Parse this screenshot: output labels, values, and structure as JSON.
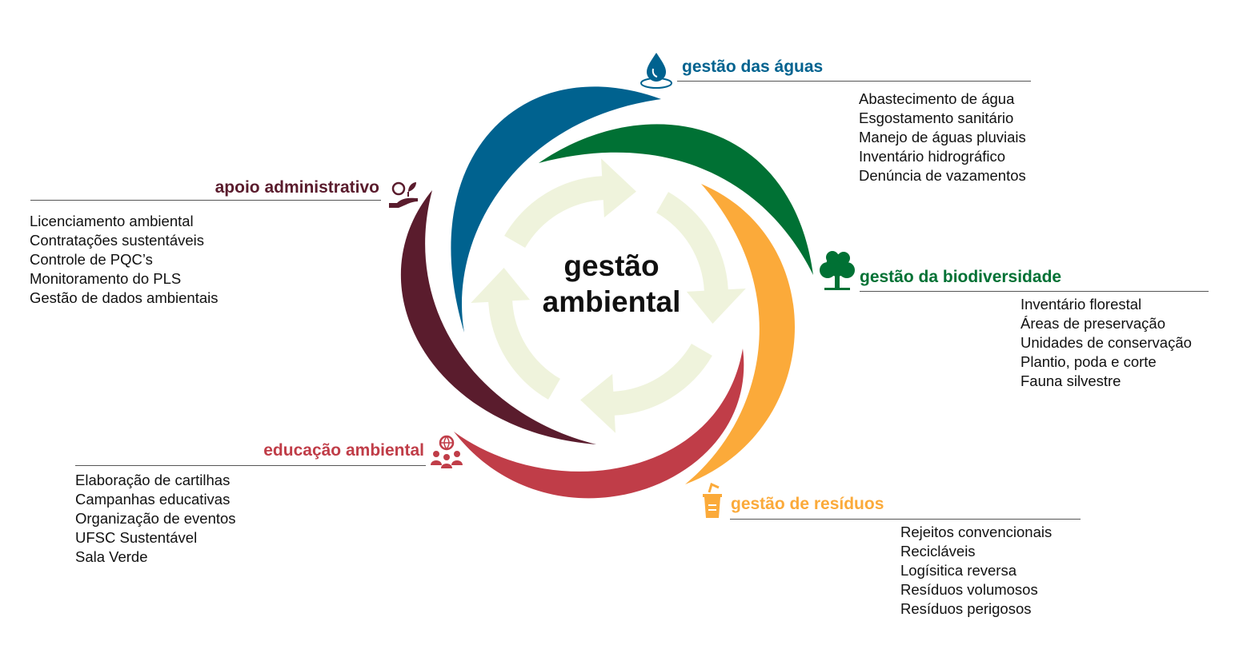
{
  "center": {
    "line1": "gestão",
    "line2": "ambiental"
  },
  "colors": {
    "aguas": "#00628f",
    "biodiversidade": "#007134",
    "residuos": "#fbaa3a",
    "educacao": "#c03d48",
    "apoio": "#5a1c2d",
    "inner_arrows": "#eff3dc",
    "rule": "#555555"
  },
  "sections": {
    "aguas": {
      "title": "gestão das águas",
      "icon": "water-drop-icon",
      "items": [
        "Abastecimento de água",
        "Esgostamento sanitário",
        "Manejo de águas pluviais",
        "Inventário hidrográfico",
        "Denúncia de vazamentos"
      ]
    },
    "biodiversidade": {
      "title": "gestão da biodiversidade",
      "icon": "tree-icon",
      "items": [
        "Inventário florestal",
        "Áreas de preservação",
        "Unidades de conservação",
        "Plantio, poda e corte",
        "Fauna silvestre"
      ]
    },
    "residuos": {
      "title": "gestão de resíduos",
      "icon": "recycle-bin-icon",
      "items": [
        "Rejeitos convencionais",
        "Recicláveis",
        "Logísitica reversa",
        "Resíduos volumosos",
        "Resíduos perigosos"
      ]
    },
    "educacao": {
      "title": "educação ambiental",
      "icon": "people-globe-icon",
      "items": [
        "Elaboração de cartilhas",
        "Campanhas educativas",
        "Organização de eventos",
        "UFSC Sustentável",
        "Sala Verde"
      ]
    },
    "apoio": {
      "title": "apoio administrativo",
      "icon": "hand-globe-plant-icon",
      "items": [
        "Licenciamento ambiental",
        "Contratações sustentáveis",
        "Controle de PQC’s",
        "Monitoramento do PLS",
        "Gestão de dados ambientais"
      ]
    }
  }
}
